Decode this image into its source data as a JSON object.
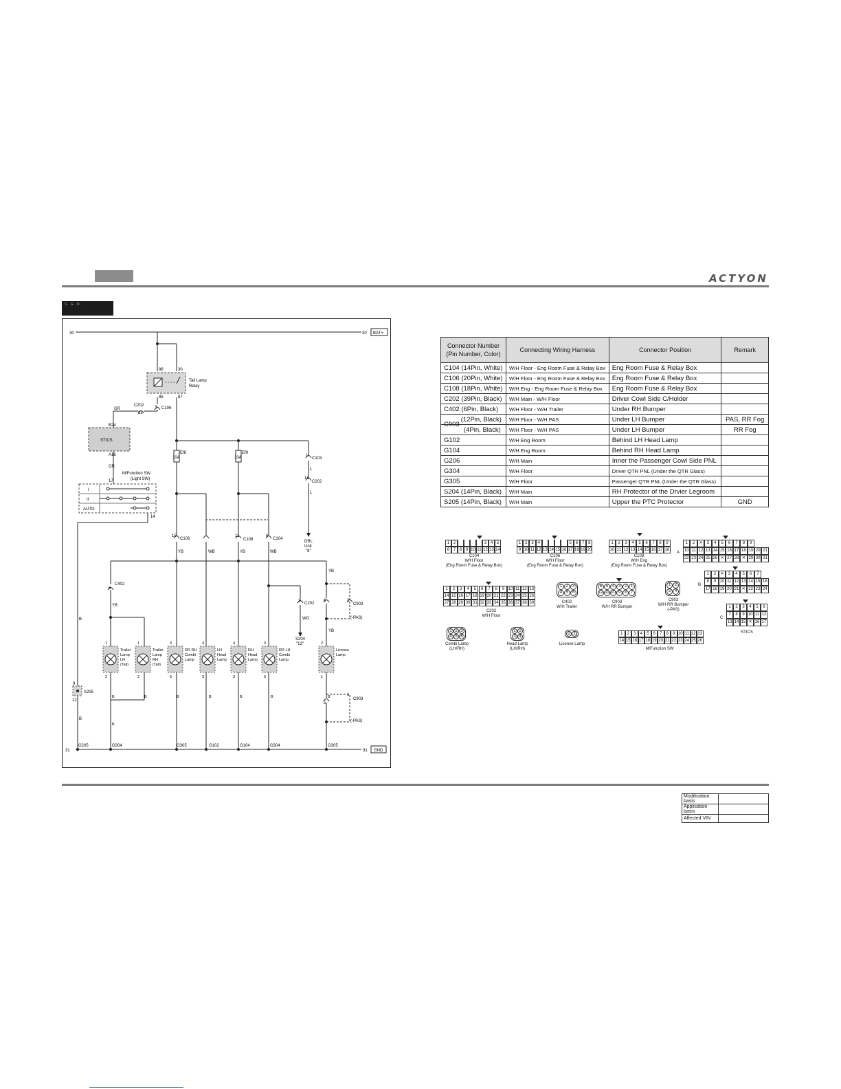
{
  "header": {
    "brand": "ACTYON",
    "section_tag": "S.G.N."
  },
  "diagram": {
    "rails": {
      "b30_left": "30",
      "b30_right": "30",
      "bat": "BAT+",
      "g31_left": "31",
      "g31_right": "31",
      "gnd": "GND"
    },
    "relay": {
      "label1": "Tail Lamp",
      "label2": "Relay",
      "pin86": "86",
      "pin30": "30",
      "pin85": "85",
      "pin87": "87"
    },
    "connectors": {
      "c202_top": "C202",
      "c202_pin": "22",
      "c106_top_pin": "5",
      "c106_top": "C106",
      "c103": "C103",
      "c103_pin": "1",
      "c202_right": "C202",
      "c202_right_pin": "16",
      "c106_mid": "C106",
      "c106_mid_pin": "15",
      "c108_mid": "C108",
      "c108_pin": "11",
      "c104_mid": "C104",
      "c104_pin": "6",
      "c402": "C402",
      "c402_pin": "6",
      "c202_wg": "C202",
      "c202_wg_pin": "3",
      "c903_upper": "C903",
      "c903_upper_pin1": "6",
      "c903_upper_pin2": "2",
      "pas_upper": "(-PAS)",
      "c903_lower": "C903",
      "c903_lower_pin1": "5",
      "c903_lower_pin2": "1",
      "pas_lower": "(-PAS)"
    },
    "stics": {
      "label": "STICS",
      "pin_b24": "B24",
      "pin_a16": "A16"
    },
    "wires": {
      "gr1": "GR",
      "gr2": "GR",
      "l1": "L",
      "l2": "L",
      "yb1": "YB",
      "wb1": "WB",
      "yb2": "YB",
      "wb2": "WB",
      "yb_c402": "YB",
      "yb_lic1": "YB",
      "yb_lic2": "YB",
      "wg": "WG",
      "b_left": "B",
      "b_s205": "B"
    },
    "fuses": {
      "ef8": "Ef8",
      "ef8_amp": "10A",
      "ef9": "Ef9",
      "ef9_amp": "10A"
    },
    "drl": {
      "line1": "DRL",
      "line2": "Unit",
      "line3": "\"8\""
    },
    "s204": {
      "line1": "S204",
      "line2": "\"13\""
    },
    "mfsw": {
      "title1": "M/Function SW",
      "title2": "(Light SW)",
      "pin17": "17",
      "pin14": "14",
      "row1": "I",
      "row2": "II",
      "row3": "AUTO"
    },
    "s205": {
      "label": "S205",
      "pin9": "9",
      "pin12": "12"
    },
    "lamps": [
      {
        "l1": "Trailer",
        "l2": "Lamp",
        "l3": "LH",
        "l4": "(Tail)",
        "top": "1",
        "bot": "2",
        "wire": "B"
      },
      {
        "l1": "Trailer",
        "l2": "Lamp",
        "l3": "RH",
        "l4": "(Tail)",
        "top": "1",
        "bot": "2",
        "wire": "B"
      },
      {
        "l1": "RR RH",
        "l2": "Combi",
        "l3": "Lamp",
        "l4": "",
        "top": "3",
        "bot": "5",
        "wire": "B"
      },
      {
        "l1": "LH",
        "l2": "Head",
        "l3": "Lamp",
        "l4": "",
        "top": "4",
        "bot": "3",
        "wire": "B"
      },
      {
        "l1": "RH",
        "l2": "Head",
        "l3": "Lamp",
        "l4": "",
        "top": "4",
        "bot": "3",
        "wire": "B"
      },
      {
        "l1": "RR LH",
        "l2": "Combi",
        "l3": "Lamp",
        "l4": "",
        "top": "3",
        "bot": "5",
        "wire": "B"
      },
      {
        "l1": "License",
        "l2": "Lamp",
        "l3": "",
        "l4": "",
        "top": "2",
        "bot": "1",
        "wire": "B"
      }
    ],
    "grounds": [
      "G205",
      "G304",
      "G305",
      "G102",
      "G104",
      "G304",
      "G305"
    ]
  },
  "table": {
    "headers": [
      "Connector Number (Pin Number, Color)",
      "Connecting Wiring Harness",
      "Connector Position",
      "Remark"
    ],
    "rows": [
      [
        "C104 (14Pin, White)",
        "W/H Floor - Eng Room Fuse & Relay Box",
        "Eng Room Fuse & Relay Box",
        ""
      ],
      [
        "C106 (20Pin, White)",
        "W/H Floor - Eng Room Fuse & Relay Box",
        "Eng Room Fuse & Relay Box",
        ""
      ],
      [
        "C108 (18Pin, White)",
        "W/H Eng - Eng Room Fuse & Relay Box",
        "Eng Room Fuse & Relay Box",
        ""
      ],
      [
        "C202 (39Pin, Black)",
        "W/H Main - W/H Floor",
        "Driver Cowl Side C/Holder",
        ""
      ],
      [
        "C402 (6Pin, Black)",
        "W/H Floor - W/H Trailer",
        "Under RH Bumper",
        ""
      ],
      [
        "(12Pin, Black)",
        "W/H Floor - W/H PAS",
        "Under LH Bumper",
        "PAS, RR Fog"
      ],
      [
        "(4Pin, Black)",
        "W/H Floor - W/H PAS",
        "Under LH Bumper",
        "RR Fog"
      ],
      [
        "G102",
        "W/H Eng Room",
        "Behind LH Head Lamp",
        ""
      ],
      [
        "G104",
        "W/H Eng Room",
        "Behind RH Head Lamp",
        ""
      ],
      [
        "G206",
        "W/H Main",
        "Inner the Passenger Cowl Side PNL",
        ""
      ],
      [
        "G304",
        "W/H Floor",
        "Driver QTR PNL (Under the QTR Glass)",
        ""
      ],
      [
        "G305",
        "W/H Floor",
        "Passenger QTR PNL (Under the QTR Glass)",
        ""
      ],
      [
        "S204 (14Pin, Black)",
        "W/H Main",
        "RH Protector of the Drvier Legroom",
        ""
      ],
      [
        "S205 (14Pin, Black)",
        "W/H Main",
        "Upper the PTC Protector",
        "GND"
      ]
    ],
    "c903_label": "C903"
  },
  "pinouts": {
    "c104": {
      "row1": [
        "1",
        "2",
        "",
        "",
        "",
        "",
        "3",
        "4",
        "5"
      ],
      "row2": [
        "6",
        "7",
        "8",
        "9",
        "10",
        "11",
        "12",
        "13",
        "14"
      ],
      "l1": "C104",
      "l2": "W/H Floor",
      "l3": "(Eng Room Fuse & Relay Box)"
    },
    "c106": {
      "row1": [
        "1",
        "2",
        "3",
        "4",
        "",
        "",
        "",
        "",
        "5",
        "6",
        "7",
        "8"
      ],
      "row2": [
        "9",
        "10",
        "11",
        "12",
        "13",
        "14",
        "15",
        "16",
        "17",
        "18",
        "19",
        "20"
      ],
      "l1": "C106",
      "l2": "W/H Floor",
      "l3": "(Eng Room Fuse & Relay Box)"
    },
    "c108": {
      "row1": [
        "1",
        "2",
        "3",
        "4",
        "5",
        "6",
        "7",
        "8",
        "9"
      ],
      "row2": [
        "10",
        "11",
        "12",
        "13",
        "14",
        "15",
        "16",
        "17",
        "18"
      ],
      "l1": "C108",
      "l2": "W/H Eng",
      "l3": "(Eng Room Fuse & Relay Box)"
    },
    "stics_a": {
      "tag": "A",
      "row1": [
        "1",
        "2",
        "X",
        "3",
        "4",
        "5",
        "6",
        "7",
        "8",
        "9"
      ],
      "row2": [
        "10",
        "11",
        "12",
        "13",
        "14",
        "15",
        "16",
        "17",
        "18",
        "19",
        "20",
        "21"
      ],
      "row3": [
        "22",
        "23",
        "24",
        "25",
        "26",
        "X",
        "27",
        "28",
        "X",
        "29",
        "30",
        "31"
      ]
    },
    "stics_b": {
      "tag": "B",
      "row1": [
        "1",
        "2",
        "X",
        "3",
        "4",
        "5",
        "6",
        "7"
      ],
      "row2": [
        "8",
        "9",
        "10",
        "11",
        "12",
        "13",
        "14",
        "15",
        "16"
      ],
      "row3": [
        "17",
        "18",
        "19",
        "20",
        "21",
        "X",
        "22",
        "23",
        "24"
      ]
    },
    "stics_c": {
      "tag": "C",
      "row1": [
        "1",
        "2",
        "3",
        "4",
        "5",
        "6"
      ],
      "row2": [
        "7",
        "8",
        "9",
        "10",
        "11",
        "12"
      ],
      "row3": [
        "13",
        "14",
        "15",
        "X",
        "16",
        "17"
      ],
      "label": "STICS"
    },
    "c202": {
      "row1": [
        "1",
        "2",
        "3",
        "4",
        "5",
        "6",
        "7",
        "8",
        "9",
        "10",
        "11",
        "12",
        "13"
      ],
      "row2": [
        "14",
        "15",
        "16",
        "17",
        "18",
        "19",
        "20",
        "21",
        "22",
        "23",
        "24",
        "25",
        "26"
      ],
      "row3": [
        "27",
        "28",
        "29",
        "30",
        "31",
        "32",
        "33",
        "34",
        "35",
        "36",
        "37",
        "38",
        "39"
      ],
      "l1": "C202",
      "l2": "W/H Floor"
    },
    "c402": {
      "row1": [
        "1",
        "2",
        "3"
      ],
      "row2": [
        "4",
        "5",
        "6"
      ],
      "l1": "C402",
      "l2": "W/H Trailer"
    },
    "c903a": {
      "row1": [
        "6",
        "5",
        "4",
        "3",
        "2",
        "1"
      ],
      "row2": [
        "12",
        "11",
        "10",
        "9",
        "8",
        "7"
      ],
      "l1": "C903",
      "l2": "W/H RR Bumper"
    },
    "c903b": {
      "row1": [
        "1",
        "2"
      ],
      "row2": [
        "3",
        "4"
      ],
      "l1": "C903",
      "l2": "W/H RR Bumper",
      "l3": "(-PAS)"
    },
    "combi": {
      "row1": [
        "1",
        "2",
        "3"
      ],
      "row2": [
        "4",
        "5",
        "6"
      ],
      "l1": "Combi Lamp",
      "l2": "(LH/RH)"
    },
    "head": {
      "row1": [
        "1",
        "2"
      ],
      "row2": [
        "3",
        "4"
      ],
      "l1": "Head Lamp",
      "l2": "(LH/RH)"
    },
    "license": {
      "row1": [
        "2",
        "1"
      ],
      "l1": "License Lamp"
    },
    "mfsw": {
      "row1": [
        "1",
        "2",
        "3",
        "4",
        "5",
        "6",
        "7",
        "8",
        "9",
        "10",
        "11",
        "12",
        "13"
      ],
      "row2": [
        "14",
        "15",
        "16",
        "17",
        "18",
        "19",
        "20",
        "21",
        "22",
        "23",
        "24",
        "25",
        "26"
      ],
      "label": "M/Function SW"
    }
  },
  "footer": {
    "mod_basis": "Modification basis",
    "app_basis": "Application basis",
    "affected_vin": "Affected VIN"
  }
}
